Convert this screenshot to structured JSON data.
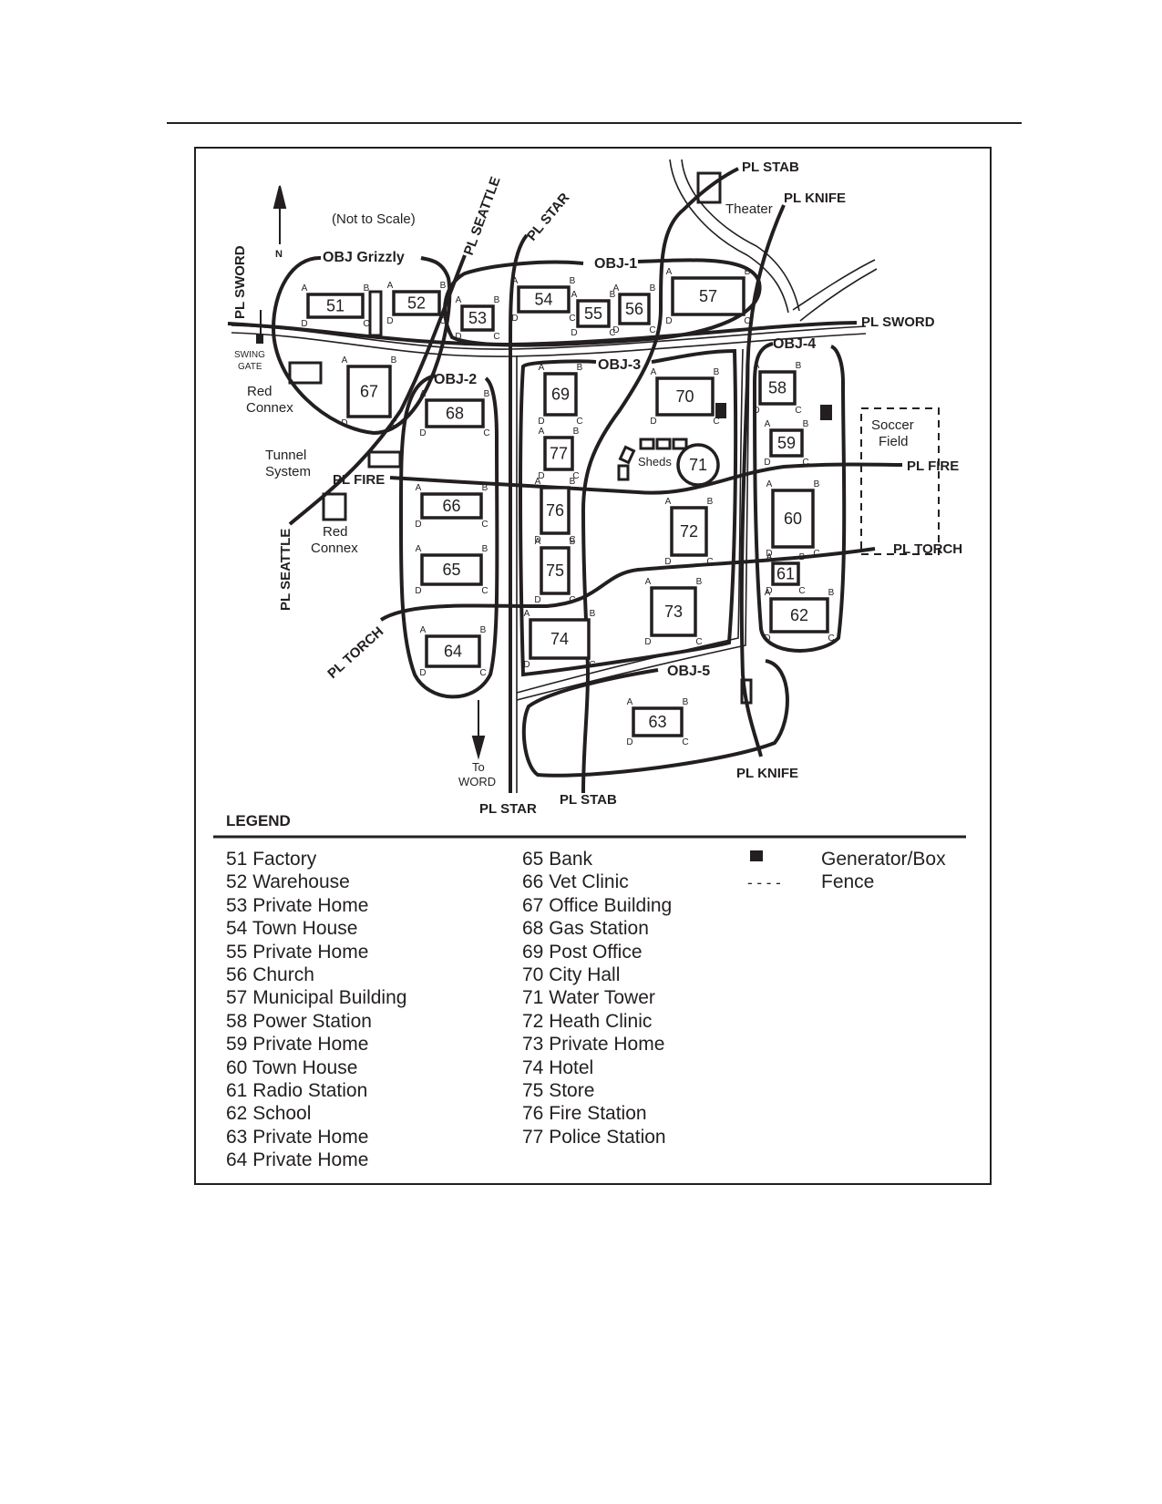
{
  "map": {
    "scale_note": "(Not to Scale)",
    "north_label": "N",
    "to_word": [
      "To",
      "WORD"
    ],
    "swing_gate": [
      "SWING",
      "GATE"
    ],
    "theater": "Theater",
    "sheds": "Sheds",
    "soccer_field": [
      "Soccer",
      "Field"
    ],
    "red_connex": [
      "Red",
      "Connex"
    ],
    "tunnel_system": [
      "Tunnel",
      "System"
    ],
    "objectives": {
      "grizzly": "OBJ Grizzly",
      "obj1": "OBJ-1",
      "obj2": "OBJ-2",
      "obj3": "OBJ-3",
      "obj4": "OBJ-4",
      "obj5": "OBJ-5"
    },
    "phase_lines": {
      "sword": "PL SWORD",
      "seattle": "PL SEATTLE",
      "star": "PL STAR",
      "stab": "PL STAB",
      "knife": "PL KNIFE",
      "fire": "PL FIRE",
      "torch": "PL TORCH"
    },
    "corners": [
      "A",
      "B",
      "C",
      "D"
    ],
    "buildings": [
      "51",
      "52",
      "53",
      "54",
      "55",
      "56",
      "57",
      "58",
      "59",
      "60",
      "61",
      "62",
      "63",
      "64",
      "65",
      "66",
      "67",
      "68",
      "69",
      "70",
      "71",
      "72",
      "73",
      "74",
      "75",
      "76",
      "77"
    ]
  },
  "legend": {
    "title": "LEGEND",
    "col1": [
      "51 Factory",
      "52 Warehouse",
      "53 Private Home",
      "54 Town House",
      "55 Private Home",
      "56 Church",
      "57 Municipal Building",
      "58 Power Station",
      "59 Private Home",
      "60 Town House",
      "61 Radio Station",
      "62 School",
      "63 Private Home",
      "64 Private Home"
    ],
    "col2": [
      "65 Bank",
      "66 Vet Clinic",
      "67 Office Building",
      "68 Gas Station",
      "69 Post Office",
      "70 City Hall",
      "71 Water Tower",
      "72 Heath Clinic",
      "73 Private Home",
      "74 Hotel",
      "75 Store",
      "76 Fire Station",
      "77 Police Station"
    ],
    "generator_label": "Generator/Box",
    "fence_symbol": "- - - -",
    "fence_label": "Fence"
  }
}
